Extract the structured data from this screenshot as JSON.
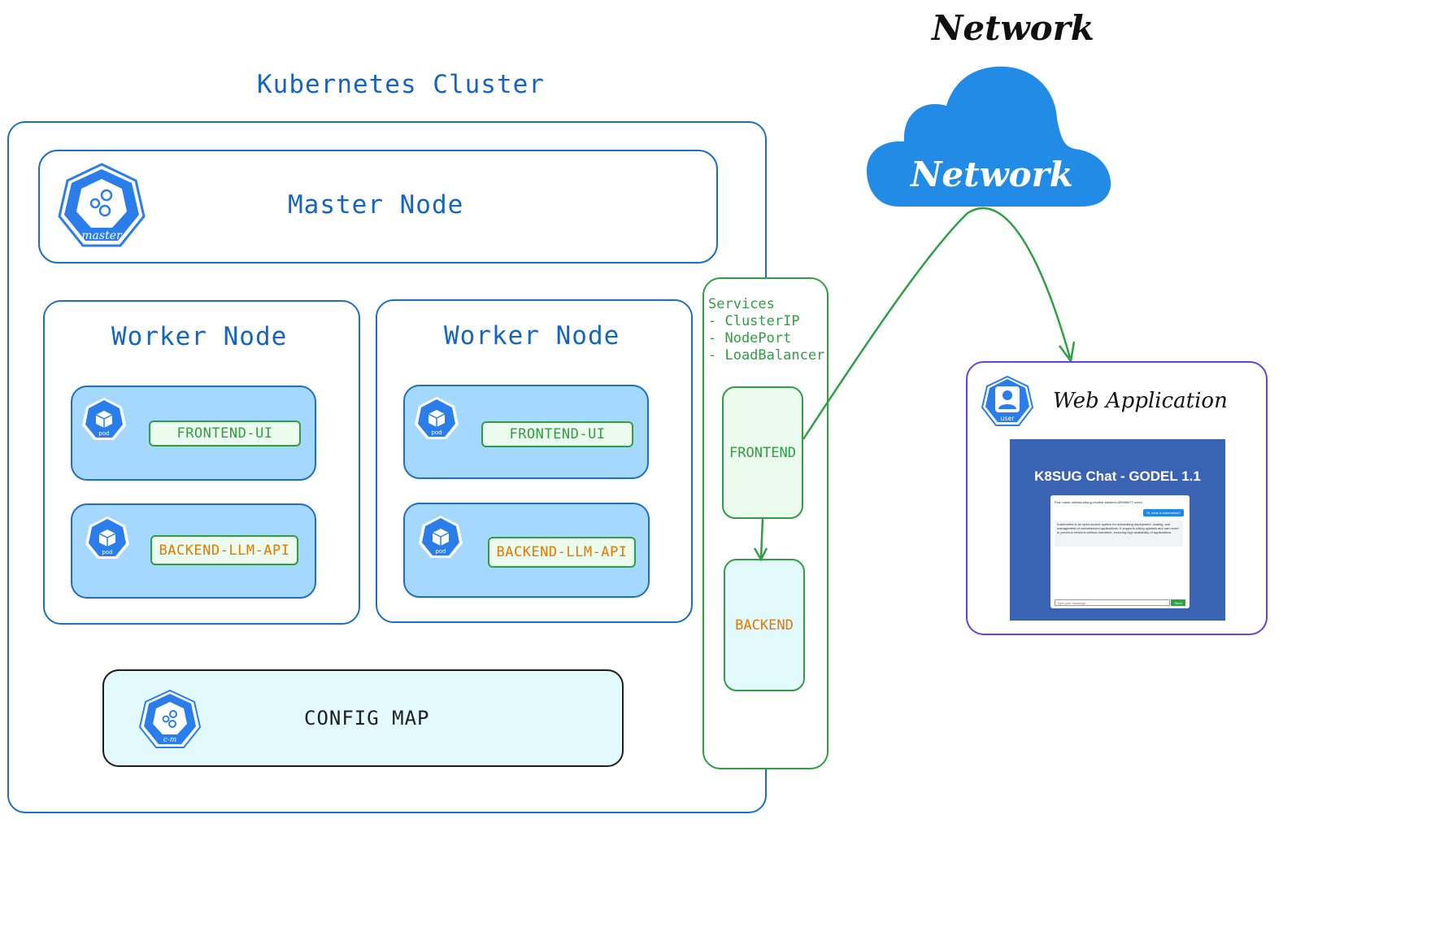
{
  "network": {
    "title": "Network",
    "cloud_label": "Network"
  },
  "cluster": {
    "title": "Kubernetes Cluster"
  },
  "master": {
    "label": "Master Node",
    "icon_label": "master"
  },
  "workers": [
    {
      "label": "Worker Node",
      "frontend": "FRONTEND-UI",
      "backend": "BACKEND-LLM-API",
      "pod_icon_label": "pod"
    },
    {
      "label": "Worker Node",
      "frontend": "FRONTEND-UI",
      "backend": "BACKEND-LLM-API",
      "pod_icon_label": "pod"
    }
  ],
  "config_map": {
    "label": "CONFIG MAP",
    "icon_label": "c-m"
  },
  "services": {
    "lines": [
      "Services",
      "- ClusterIP",
      "- NodePort",
      "- LoadBalancer"
    ],
    "frontend": "FRONTEND",
    "backend": "BACKEND"
  },
  "web_app": {
    "label": "Web Application",
    "icon_label": "user",
    "chat": {
      "title": "K8SUG Chat - GODEL 1.1",
      "pod_line": "Pod: name-release-k8sug-chatbot-backend-6f5f4f6677-xxdnl",
      "user_msg": "Hi, what is kubernetes?",
      "bot_msg": "Kubernetes is an open-source system for automating deployment, scaling, and management of containerized applications. It supports rolling updates and can revert to previous versions without downtime, ensuring high availability of applications.",
      "input_placeholder": "Type your message...",
      "send_label": "Send"
    }
  },
  "colors": {
    "k8s_blue": "#1565c0",
    "icon_blue": "#2b7de9",
    "green": "#2f9e44",
    "orange": "#e67700",
    "pod_fill": "#a5d8ff",
    "purple": "#6741d9"
  }
}
